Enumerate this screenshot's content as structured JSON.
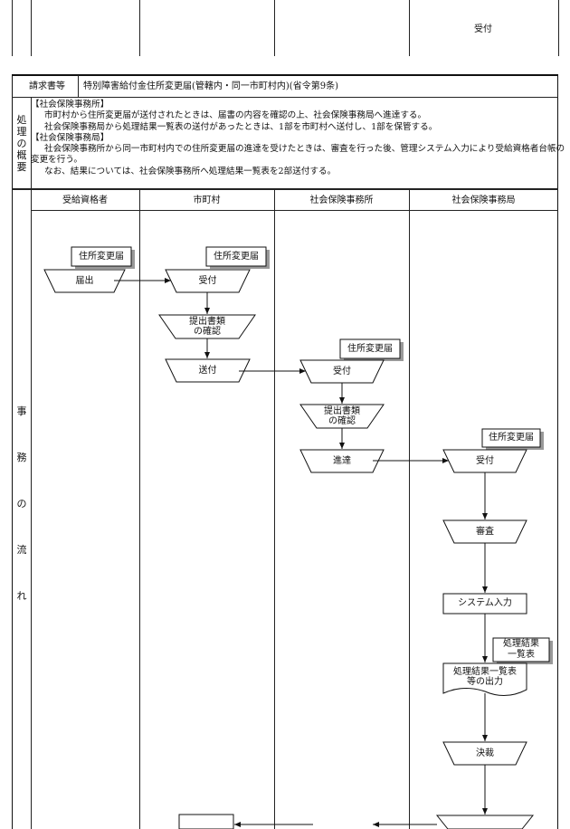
{
  "top_table": {
    "cell_label": "受付"
  },
  "header": {
    "label": "請求書等",
    "title": "特別障害給付金住所変更届(管轄内・同一市町村内)(省令第9条)"
  },
  "summary": {
    "label_chars": [
      "処",
      "理",
      "の",
      "概",
      "要"
    ],
    "lines": [
      "【社会保険事務所】",
      "市町村から住所変更届が送付されたときは、届書の内容を確認の上、社会保険事務局へ進達する。",
      "社会保険事務局から処理結果一覧表の送付があったときは、1部を市町村へ送付し、1部を保管する。",
      "【社会保険事務局】",
      "社会保険事務所から同一市町村内での住所変更届の進達を受けたときは、審査を行った後、管理システム入力により受給資格者台帳の変更を行う。",
      "なお、結果については、社会保険事務所へ処理結果一覧表を2部送付する。"
    ]
  },
  "flow": {
    "label_chars": [
      "事",
      "務",
      "の",
      "流",
      "れ"
    ],
    "lanes": [
      "受給資格者",
      "市町村",
      "社会保険事務所",
      "社会保険事務局"
    ],
    "documents": {
      "d1": "住所変更届",
      "d2": "住所変更届",
      "d3": "住所変更届",
      "d4": "住所変更届",
      "d5_line1": "処理結果",
      "d5_line2": "一覧表"
    },
    "steps": {
      "s1": "届出",
      "s2": "受付",
      "s3_line1": "提出書類",
      "s3_line2": "の確認",
      "s4": "送付",
      "s5": "受付",
      "s6_line1": "提出書類",
      "s6_line2": "の確認",
      "s7": "進達",
      "s8": "受付",
      "s9": "審査",
      "s10": "システム入力",
      "s11_line1": "処理結果一覧表",
      "s11_line2": "等の出力",
      "s12": "決裁"
    }
  }
}
